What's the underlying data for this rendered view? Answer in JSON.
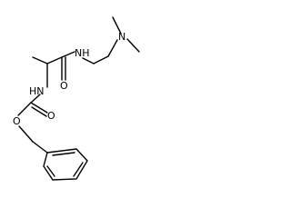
{
  "molecule": {
    "atoms": {
      "amide_nh": "NH",
      "amine_n": "N",
      "carbamate_nh": "HN",
      "amide_o": "O",
      "carbamate_carbonyl_o": "O",
      "ester_o": "O"
    }
  },
  "colors": {
    "bond": "#000000",
    "label": "#000000",
    "background": "#ffffff"
  }
}
